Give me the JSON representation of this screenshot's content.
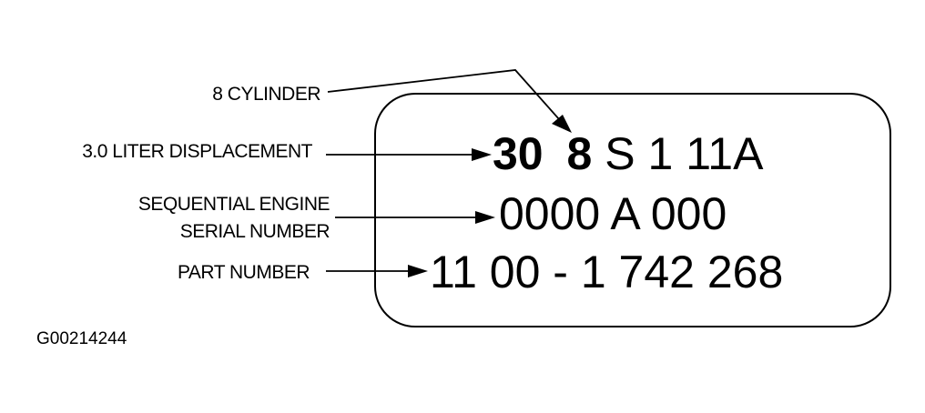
{
  "callouts": {
    "cylinder": "8 CYLINDER",
    "displacement": "3.0 LITER DISPLACEMENT",
    "serial_line1": "SEQUENTIAL ENGINE",
    "serial_line2": "SERIAL NUMBER",
    "part": "PART NUMBER"
  },
  "plate": {
    "row1_displacement": "30",
    "row1_cylinder": "8",
    "row1_rest": "S 1 11A",
    "row2": "0000 A 000",
    "row3": "11 00 - 1 742 268"
  },
  "figure_id": "G00214244"
}
